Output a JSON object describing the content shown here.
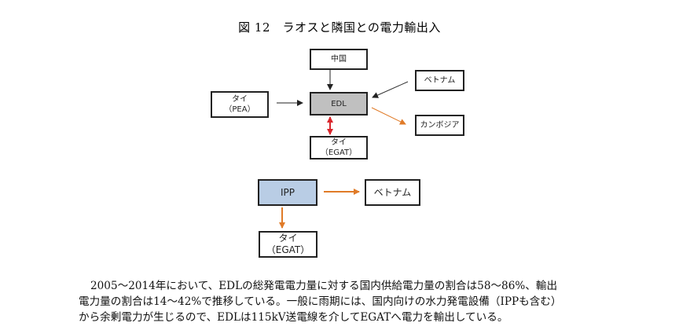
{
  "figure": {
    "title": "図 12　ラオスと隣国との電力輸出入"
  },
  "diagram_top": {
    "china": {
      "label": "中国"
    },
    "edl": {
      "label": "EDL",
      "fill_color": "#c0c0c0"
    },
    "thai_pea": {
      "line1": "タイ",
      "line2": "（PEA）"
    },
    "vietnam": {
      "label": "ベトナム"
    },
    "cambodia": {
      "label": "カンボジア"
    },
    "thai_egat": {
      "line1": "タイ",
      "line2": "（EGAT）"
    },
    "flows": [
      {
        "from": "中国",
        "to": "EDL",
        "color": "#222222"
      },
      {
        "from": "タイ（PEA）",
        "to": "EDL",
        "color": "#222222"
      },
      {
        "from": "ベトナム",
        "to": "EDL",
        "color": "#222222"
      },
      {
        "from": "EDL",
        "to": "カンボジア",
        "color": "#e07b28"
      },
      {
        "from": "EDL",
        "to": "タイ（EGAT）",
        "color": "#d9262c",
        "bidirectional": true
      }
    ]
  },
  "diagram_bottom": {
    "ipp": {
      "label": "IPP",
      "fill_color": "#b9cde5"
    },
    "vietnam": {
      "label": "ベトナム"
    },
    "thai_egat": {
      "line1": "タイ",
      "line2": "（EGAT）"
    },
    "flows": [
      {
        "from": "IPP",
        "to": "ベトナム",
        "color": "#e07b28"
      },
      {
        "from": "IPP",
        "to": "タイ（EGAT）",
        "color": "#e07b28"
      }
    ]
  },
  "paragraph": {
    "lines": [
      "2005～2014年において、EDLの総発電電力量に対する国内供給電力量の割合は58～86%、輸出",
      "電力量の割合は14～42%で推移している。一般に雨期には、国内向けの水力発電設備（IPPも含む）",
      "から余剰電力が生じるので、EDLは115kV送電線を介してEGATへ電力を輸出している。"
    ]
  }
}
